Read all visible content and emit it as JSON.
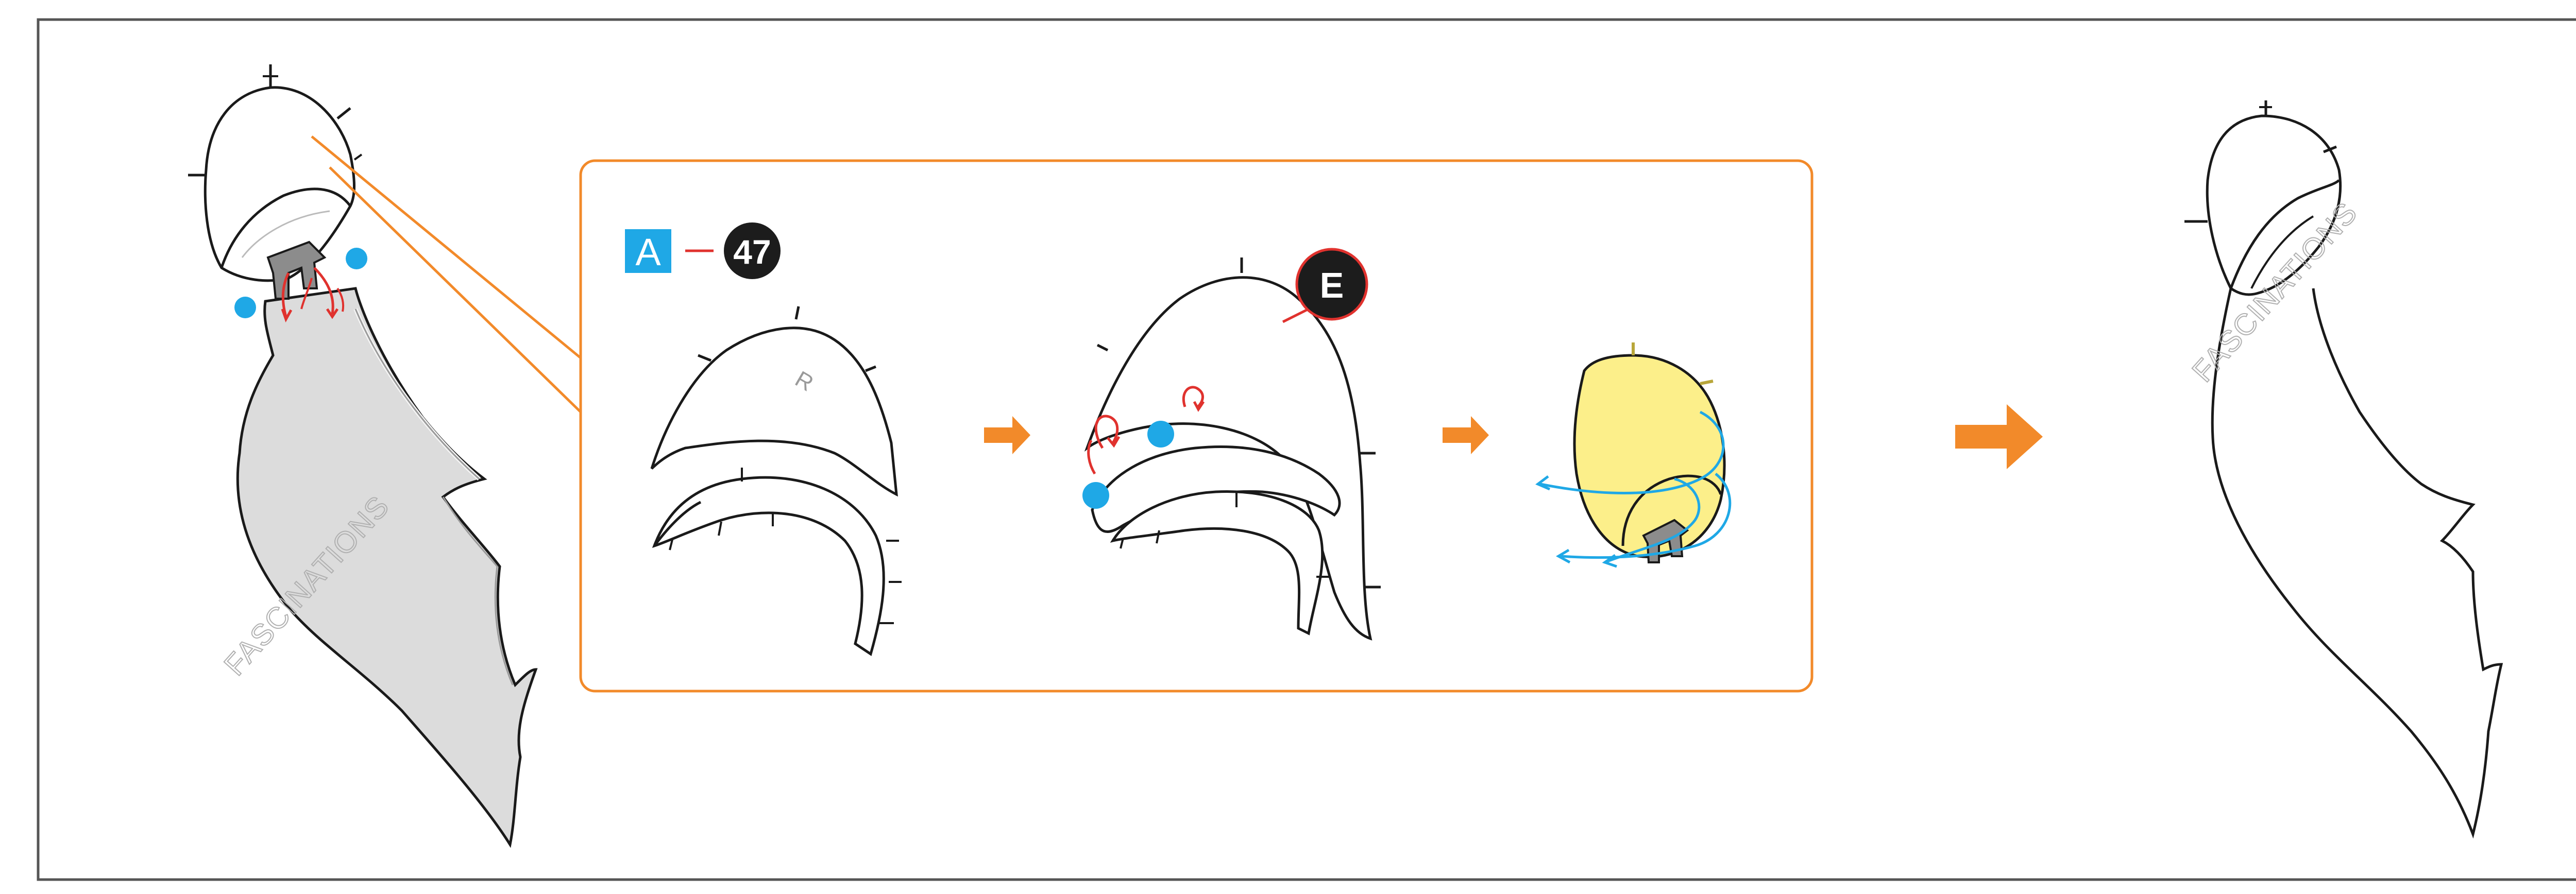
{
  "instructions": {
    "part_sheet_letter": "A",
    "part_number": "47",
    "tab_letter": "E",
    "watermark": "FASCINATIONS"
  },
  "colors": {
    "accent_orange": "#f28a2a",
    "glue_dot_blue": "#1fa8e6",
    "fold_arrow_red": "#e0322e",
    "badge_black": "#1c1c1c",
    "panel_gray": "#dcdcdc",
    "assembled_yellow": "#fcef8a",
    "frame_border": "#555555"
  },
  "icons": [
    "right-arrow-icon",
    "big-right-arrow-icon",
    "glue-dot-icon",
    "fold-arrow-icon",
    "rotation-arrow-icon"
  ]
}
